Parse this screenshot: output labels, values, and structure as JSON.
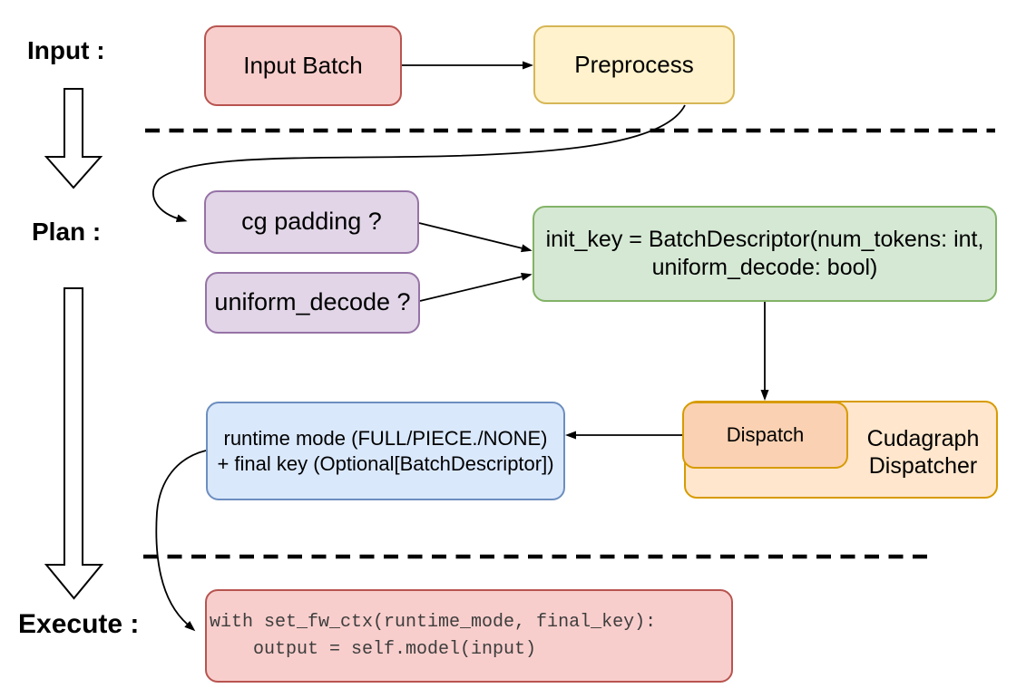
{
  "sections": {
    "input_label": "Input :",
    "plan_label": "Plan :",
    "execute_label": "Execute :"
  },
  "nodes": {
    "input_batch": {
      "label": "Input Batch",
      "fill": "#f8cecc",
      "border": "#b85450"
    },
    "preprocess": {
      "label": "Preprocess",
      "fill": "#fff2cc",
      "border": "#d6b656"
    },
    "cg_padding": {
      "label": "cg padding ?",
      "fill": "#e1d5e7",
      "border": "#9673a6"
    },
    "uniform_decode": {
      "label": "uniform_decode ?",
      "fill": "#e1d5e7",
      "border": "#9673a6"
    },
    "init_key": {
      "line1": "init_key = BatchDescriptor(num_tokens: int,",
      "line2": "uniform_decode: bool)",
      "fill": "#d5e8d4",
      "border": "#82b366"
    },
    "dispatch": {
      "label": "Dispatch",
      "fill": "#fad1b2",
      "border": "#d79b00"
    },
    "cudagraph_dispatcher": {
      "line1": "Cudagraph",
      "line2": "Dispatcher",
      "fill": "#ffe6cc",
      "border": "#d79b00"
    },
    "runtime_mode": {
      "line1": "runtime mode (FULL/PIECE./NONE)",
      "line2": "+ final key (Optional[BatchDescriptor])",
      "fill": "#dae8fc",
      "border": "#6c8ebf"
    },
    "execute_code": {
      "line1": "with set_fw_ctx(runtime_mode, final_key):",
      "line2": "    output = self.model(input)",
      "fill": "#f8cecc",
      "border": "#b85450"
    }
  },
  "colors": {
    "background": "#ffffff",
    "line": "#000000",
    "label_text": "#000000",
    "code_text": "#3d3d3d"
  }
}
